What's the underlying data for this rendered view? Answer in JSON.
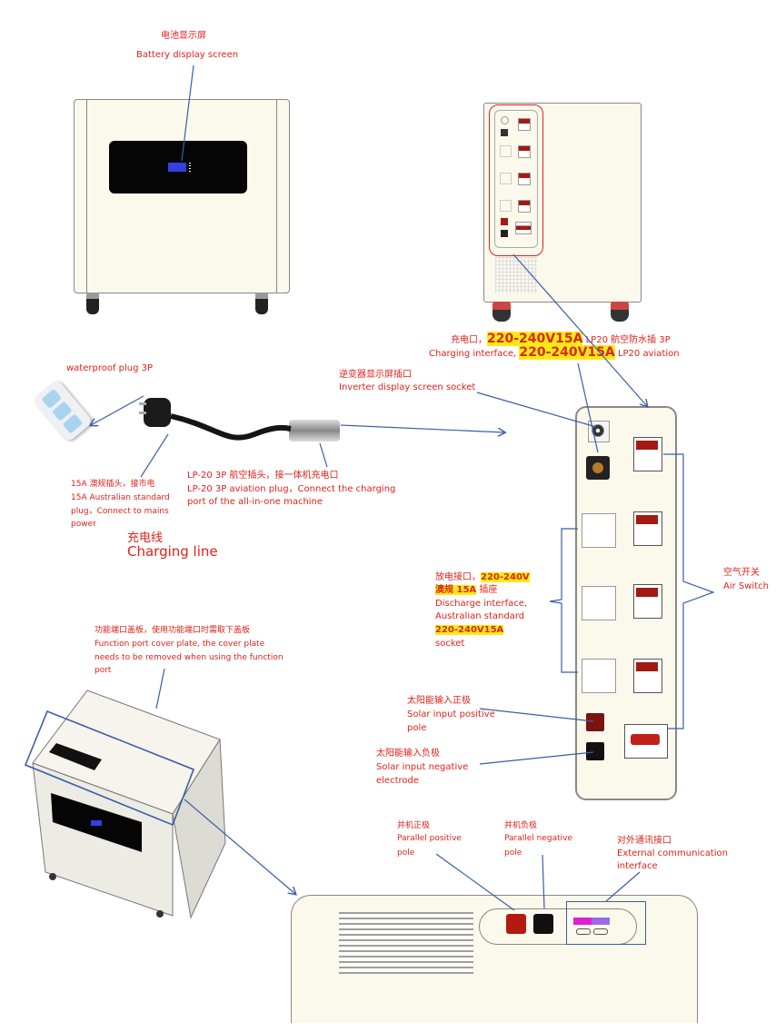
{
  "labels": {
    "battery_display": {
      "cn": "电池显示屏",
      "en": "Battery display screen"
    },
    "charging_interface": {
      "cn_prefix": "充电口，",
      "cn_highlight": "220-240V15A",
      "cn_suffix": " LP20 航空防水插 3P",
      "en_prefix": "Charging interface, ",
      "en_highlight": "220-240V15A",
      "en_suffix": " LP20 aviation"
    },
    "inverter_socket": {
      "cn": "逆变器显示屏插口",
      "en": "Inverter display screen socket"
    },
    "waterproof_plug": {
      "en": "waterproof plug 3P"
    },
    "australian_plug": {
      "cn": "15A 澳规插头，接市电",
      "en1": "15A Australian standard",
      "en2": "plug，Connect to mains",
      "en3": "power"
    },
    "aviation_plug": {
      "cn": "LP-20 3P 航空插头，接一体机充电口",
      "en1": "LP-20 3P aviation plug，Connect the charging",
      "en2": "port of the all-in-one machine"
    },
    "charging_line": {
      "cn": "充电线",
      "en": "Charging line"
    },
    "discharge": {
      "cn_prefix": "放电接口，",
      "cn_highlight1": "220-240V",
      "cn_highlight2": "澳规 15A",
      "cn_suffix": " 插座",
      "en1": "Discharge  interface,",
      "en2": "Australian  standard",
      "en_highlight": "220-240V15A",
      "en3": "socket"
    },
    "air_switch": {
      "cn": "空气开关",
      "en": "Air Switch"
    },
    "solar_positive": {
      "cn": "太阳能输入正极",
      "en1": "Solar input positive",
      "en2": "pole"
    },
    "solar_negative": {
      "cn": "太阳能输入负极",
      "en1": "Solar input negative",
      "en2": "electrode"
    },
    "cover_plate": {
      "cn": "功能端口盖板，使用功能端口时需取下盖板",
      "en1": "Function port cover plate, the cover plate",
      "en2": "needs to be removed when using the function",
      "en3": "port"
    },
    "parallel_positive": {
      "cn": "并机正极",
      "en1": "Parallel positive",
      "en2": "pole"
    },
    "parallel_negative": {
      "cn": "并机负极",
      "en1": "Parallel negative",
      "en2": "pole"
    },
    "external_comm": {
      "cn": "对外通讯接口",
      "en1": "External communication",
      "en2": "interface"
    }
  },
  "colors": {
    "label_red": "#e0211b",
    "highlight_yellow": "#ffe81a",
    "leader_blue": "#3a5ea8",
    "cabinet": "#fbf8ec",
    "breaker_red": "#a31a14",
    "lcd_blue": "#3440e0",
    "comm_magenta": "#e020d0",
    "comm_purple": "#9a6ae8"
  },
  "panel": {
    "outlets": 3,
    "breakers": 5
  }
}
